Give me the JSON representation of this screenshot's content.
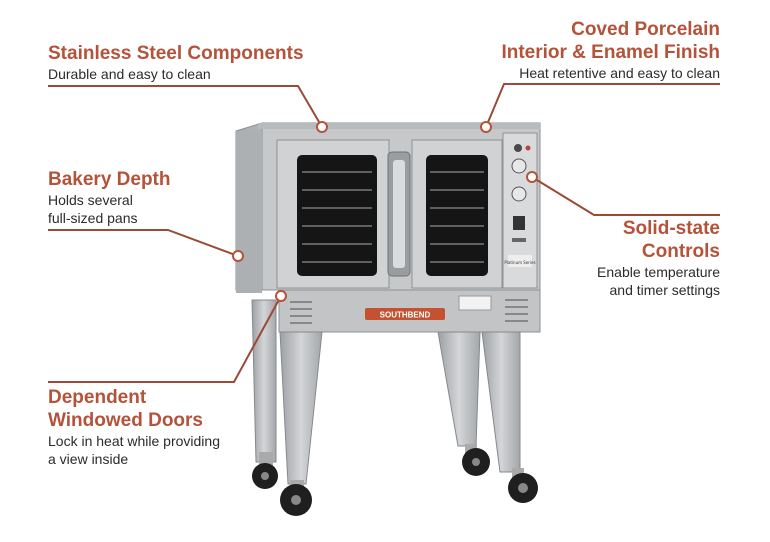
{
  "callouts": [
    {
      "id": "stainless",
      "title": [
        "Stainless Steel Components"
      ],
      "desc": [
        "Durable and easy to clean"
      ]
    },
    {
      "id": "coved",
      "title": [
        "Coved Porcelain",
        "Interior & Enamel Finish"
      ],
      "desc": [
        "Heat retentive and easy to clean"
      ]
    },
    {
      "id": "bakery",
      "title": [
        "Bakery Depth"
      ],
      "desc": [
        "Holds several",
        "full-sized pans"
      ]
    },
    {
      "id": "controls",
      "title": [
        "Solid-state",
        "Controls"
      ],
      "desc": [
        "Enable temperature",
        "and timer settings"
      ]
    },
    {
      "id": "doors",
      "title": [
        "Dependent",
        "Windowed Doors"
      ],
      "desc": [
        "Lock in heat while providing",
        "a view inside"
      ]
    }
  ],
  "product": {
    "brand": "SOUTHBEND",
    "badge": "Platinum Series"
  },
  "colors": {
    "accent": "#b4533a",
    "leader": "#9a4a35",
    "steel": "#c9cbcd",
    "body_text": "#2b2b2b"
  }
}
